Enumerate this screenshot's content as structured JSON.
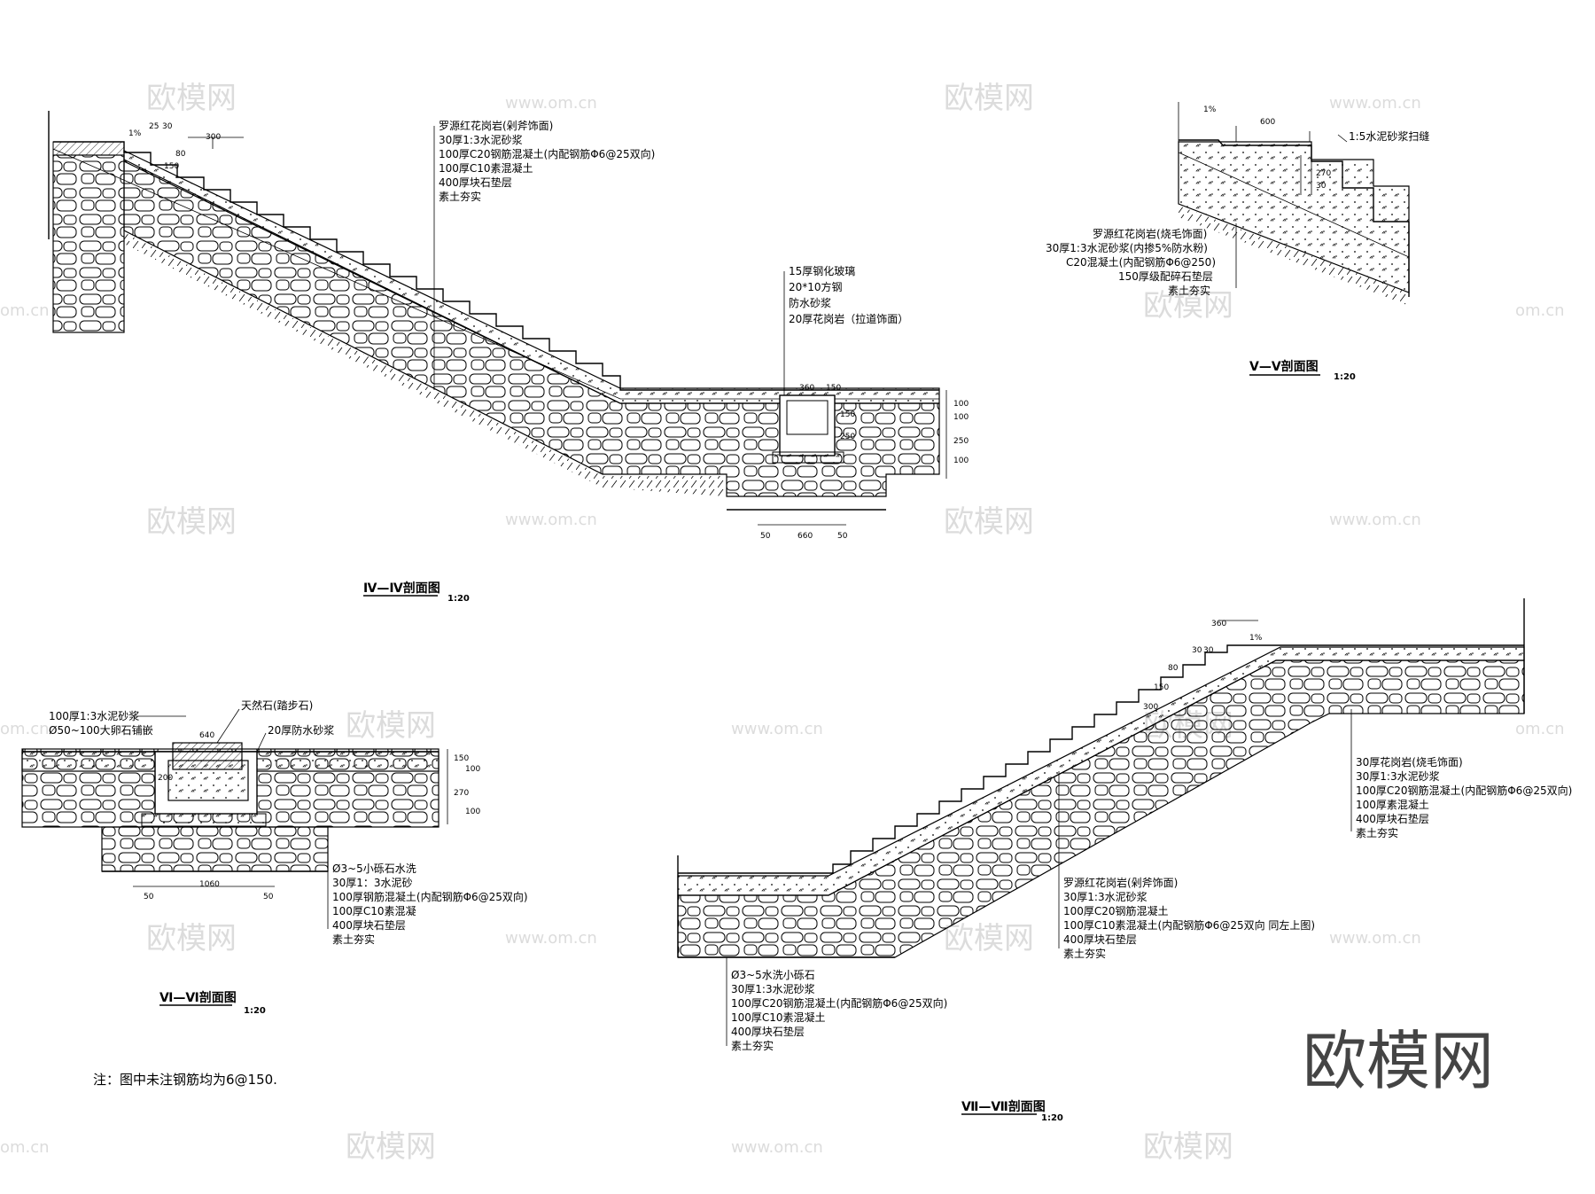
{
  "watermark": {
    "brand": "欧模网",
    "url": "www.om.cn",
    "url_partial": "om.cn"
  },
  "brand_logo": "欧模网",
  "note": "注：图中未注钢筋均为6@150.",
  "section_4": {
    "title": "Ⅳ—Ⅳ剖面图",
    "scale": "1:20",
    "stair_layers": [
      "罗源红花岗岩(剁斧饰面)",
      "30厚1:3水泥砂浆",
      "100厚C20钢筋混凝土(内配钢筋Φ6@25双向)",
      "100厚C10素混凝土",
      "400厚块石垫层",
      "素土夯实"
    ],
    "drain_layers": [
      "15厚钢化玻璃",
      "20*10方钢",
      "防水砂浆",
      "20厚花岗岩（拉道饰面）"
    ],
    "dims": {
      "step_top": "1%",
      "d25": "25",
      "d30": "30",
      "tread": "300",
      "riser1": "80",
      "riser2": "150",
      "drain_w1": "360",
      "drain_w2": "150",
      "right_100a": "100",
      "right_100b": "100",
      "right_250": "250",
      "right_100c": "100",
      "drain_side": "150",
      "drain_h": "250",
      "bottom_50a": "50",
      "bottom_660": "660",
      "bottom_50b": "50"
    }
  },
  "section_5": {
    "title": "Ⅴ—Ⅴ剖面图",
    "scale": "1:20",
    "joint_label": "1:5水泥砂浆扫缝",
    "layers": [
      "罗源红花岗岩(烧毛饰面)",
      "30厚1:3水泥砂浆(内掺5%防水粉)",
      "C20混凝土(内配钢筋Φ6@250)",
      "150厚级配碎石垫层",
      "素土夯实"
    ],
    "dims": {
      "slope": "1%",
      "tread": "600",
      "riser_a": "270",
      "riser_b": "30"
    }
  },
  "section_6": {
    "title": "Ⅵ—Ⅵ剖面图",
    "scale": "1:20",
    "top_layers": [
      "100厚1:3水泥砂浆",
      "Ø50~100大卵石铺嵌"
    ],
    "stone_label": "天然石(踏步石)",
    "mortar_label": "20厚防水砂浆",
    "layers": [
      "Ø3~5小砾石水洗",
      "30厚1：3水泥砂",
      "100厚钢筋混凝土(内配钢筋Φ6@25双向)",
      "100厚C10素混凝",
      "400厚块石垫层",
      "素土夯实"
    ],
    "dims": {
      "top_w": "640",
      "right_150": "150",
      "right_100a": "100",
      "right_270": "270",
      "right_100b": "100",
      "inner_200": "200",
      "bottom_50a": "50",
      "bottom_1060": "1060",
      "bottom_50b": "50"
    }
  },
  "section_7": {
    "title": "Ⅶ—Ⅶ剖面图",
    "scale": "1:20",
    "upper_layers": [
      "30厚花岗岩(烧毛饰面)",
      "30厚1:3水泥砂浆",
      "100厚C20钢筋混凝土(内配钢筋Φ6@25双向)",
      "100厚素混凝土",
      "400厚块石垫层",
      "素土夯实"
    ],
    "stair_layers": [
      "罗源红花岗岩(剁斧饰面)",
      "30厚1:3水泥砂浆",
      "100厚C20钢筋混凝土",
      "100厚C10素混凝土(内配钢筋Φ6@25双向  同左上图)",
      "400厚块石垫层",
      "素土夯实"
    ],
    "lower_layers": [
      "Ø3~5水洗小砾石",
      "30厚1:3水泥砂浆",
      "100厚C20钢筋混凝土(内配钢筋Φ6@25双向)",
      "100厚C10素混凝土",
      "400厚块石垫层",
      "素土夯实"
    ],
    "dims": {
      "top_360": "360",
      "slope": "1%",
      "d30a": "30",
      "d30b": "30",
      "riser_80": "80",
      "riser_150": "150",
      "tread_300": "300"
    }
  }
}
